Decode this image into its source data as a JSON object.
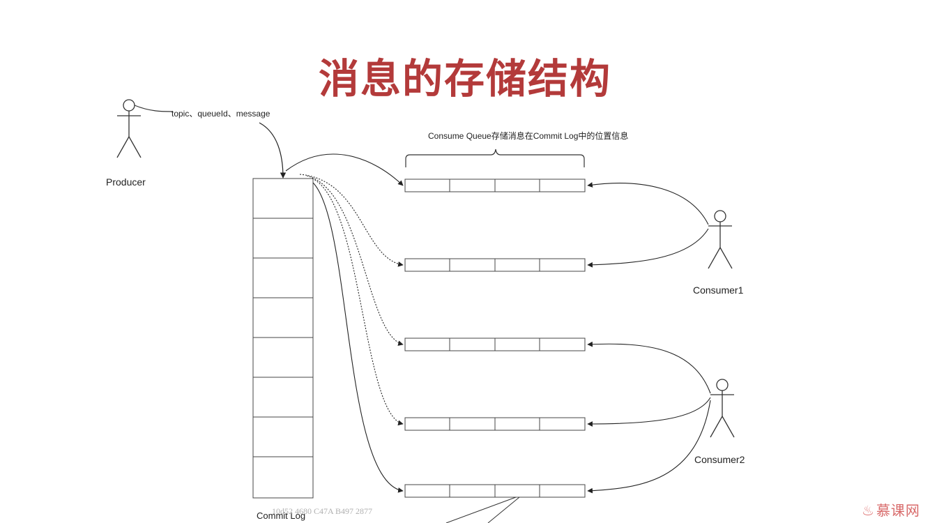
{
  "title": "消息的存储结构",
  "producer": {
    "label": "Producer",
    "message_text": "topic、queueId、message"
  },
  "brace_label": "Consume Queue存储消息在Commit Log中的位置信息",
  "commit_log": {
    "label": "Commit Log",
    "cells": 8
  },
  "consume_queues": {
    "count": 5,
    "cells_per_queue": 4
  },
  "consumers": [
    {
      "label": "Consumer1"
    },
    {
      "label": "Consumer2"
    }
  ],
  "watermark": "10d52 4680 C47A B497 2877",
  "logo_text": "慕课网",
  "colors": {
    "title": "#b33a3a",
    "lines": "#222222",
    "logo": "#d86a6a"
  }
}
